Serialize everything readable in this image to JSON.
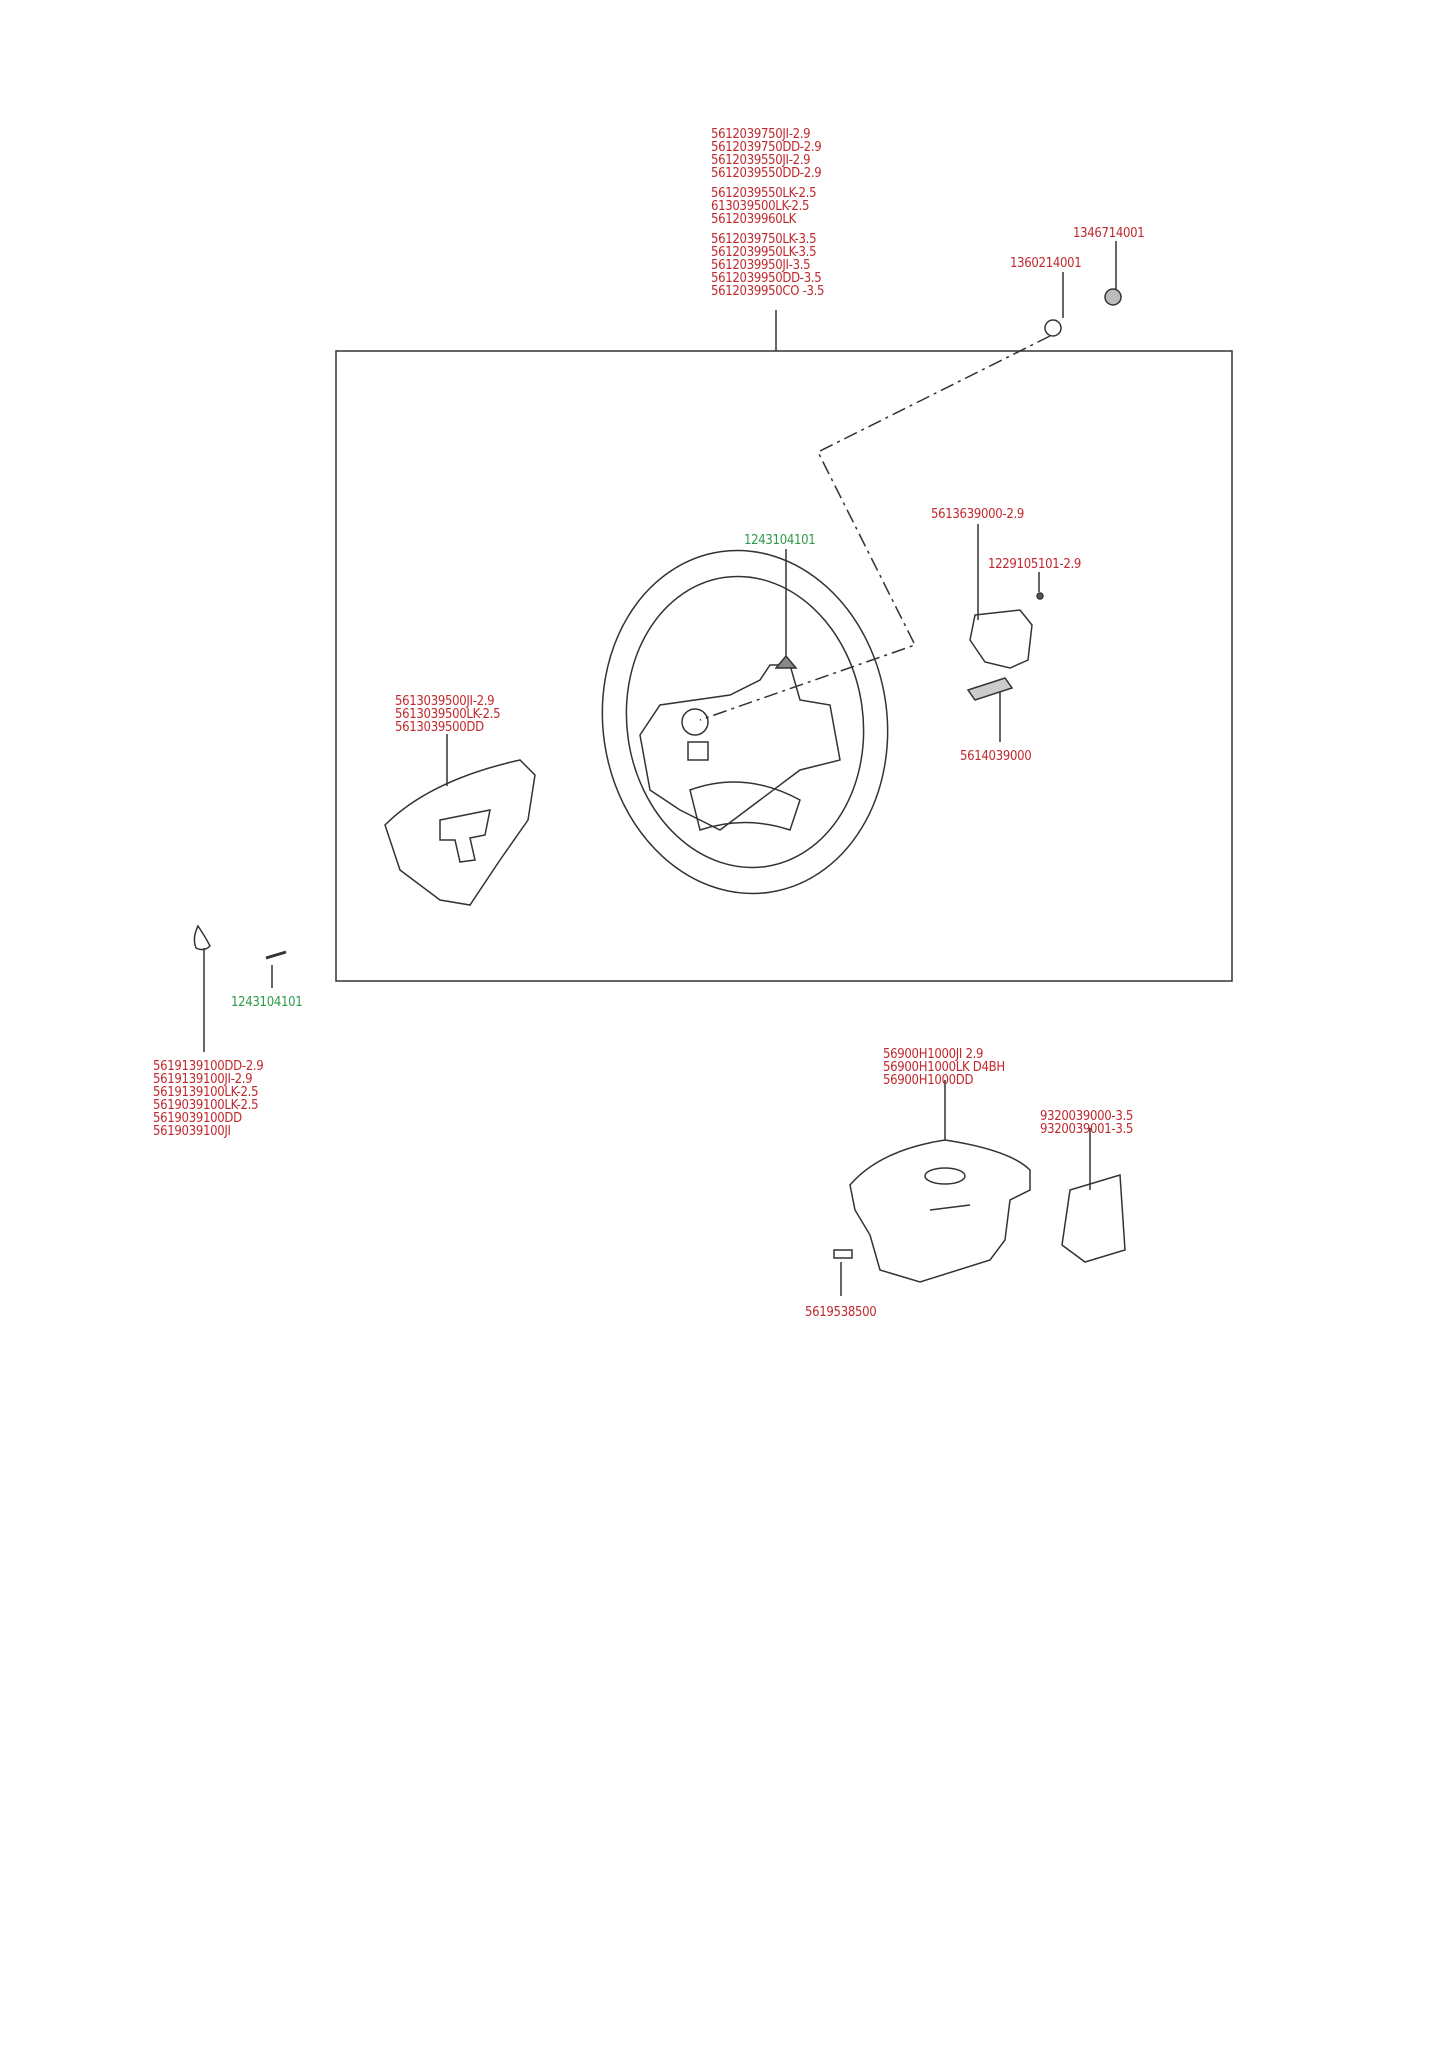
{
  "labels": {
    "steering_wheel": [
      "5612039750JI-2.9",
      "5612039750DD-2.9",
      "5612039550JI-2.9",
      "5612039550DD-2.9",
      "5612039550LK-2.5",
      "613039500LK-2.5",
      "5612039960LK",
      "5612039750LK-3.5",
      "5612039950LK-3.5",
      "5612039950JI-3.5",
      "5612039950DD-3.5",
      "5612039950CO -3.5"
    ],
    "nut_1": "1346714001",
    "washer": "1360214001",
    "bolt_center": "1243104101",
    "bracket": "5613639000-2.9",
    "bracket_screw": "1229105101-2.9",
    "switch": "5614039000",
    "cover_left": [
      "5613039500JI-2.9",
      "5613039500LK-2.5",
      "5613039500DD"
    ],
    "bolt_left": "1243104101",
    "cap": [
      "5619139100DD-2.9",
      "5619139100JI-2.9",
      "5619139100LK-2.5",
      "5619039100LK-2.5",
      "5619039100DD",
      "5619039100JI"
    ],
    "airbag": [
      "56900H1000JI 2.9",
      "56900H1000LK D4BH",
      "56900H1000DD"
    ],
    "remote_switch": [
      "9320039000-3.5",
      "9320039001-3.5"
    ],
    "clip": "5619538500"
  },
  "colors": {
    "part_label": "#c0282d",
    "fastener_label": "#2e9a4a",
    "line": "#333333"
  }
}
